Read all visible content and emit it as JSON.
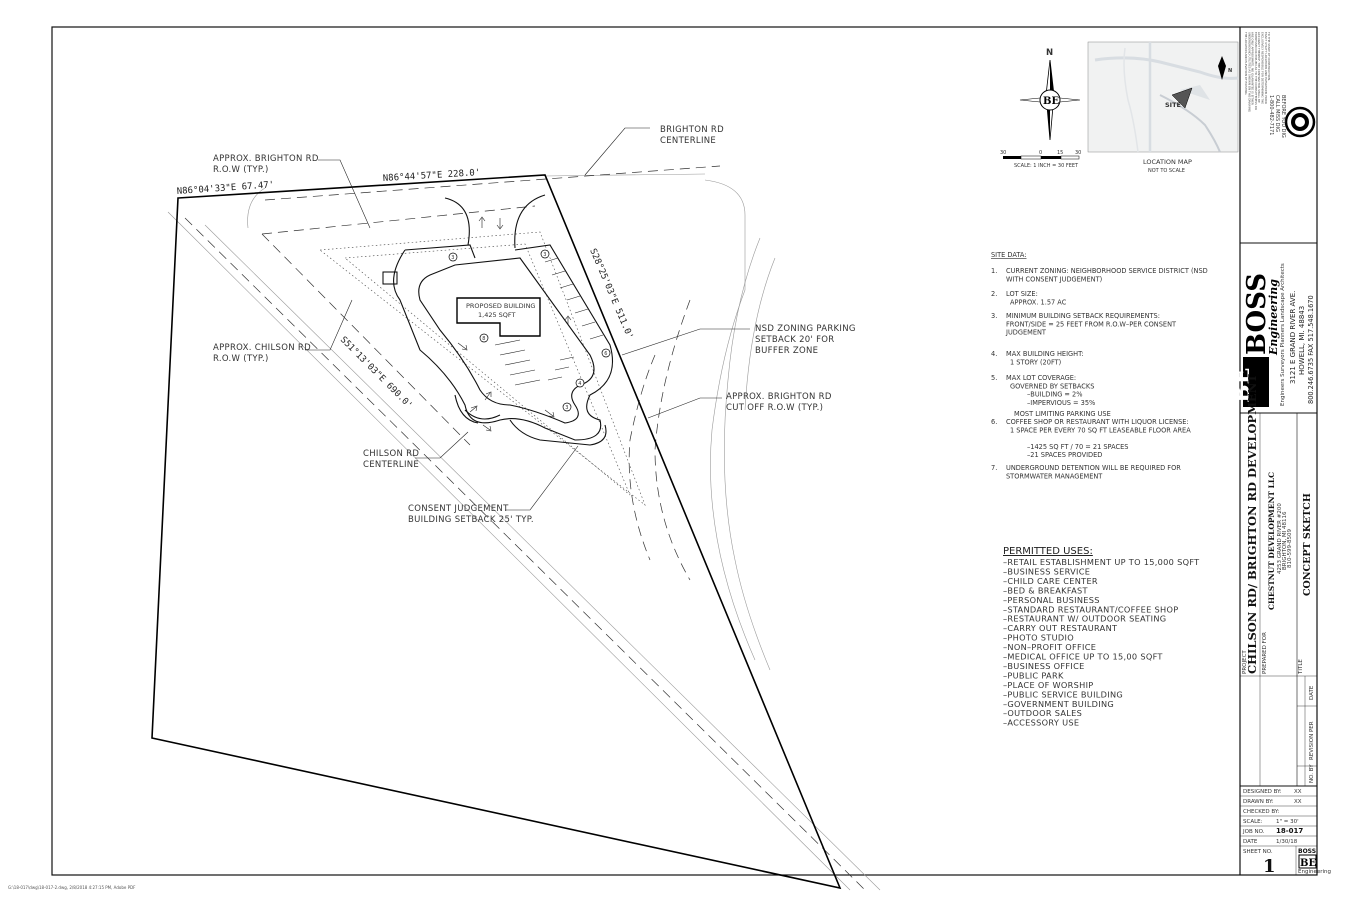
{
  "footer_path": "G:\\18-017\\dwg\\18-017-2.dwg, 2/8/2018 4:27:15 PM, Adobe PDF",
  "site_plan": {
    "bearings": {
      "top": "N86°44'57\"E  228.0'",
      "top_left": "N86°04'33\"E  67.47'",
      "right": "S28°25'03\"E  511.0'",
      "left": "S51°13'03\"E  690.0'"
    },
    "callouts": {
      "brighton_centerline": [
        "BRIGHTON RD",
        "CENTERLINE"
      ],
      "brighton_row": [
        "APPROX. BRIGHTON RD",
        "R.O.W (TYP.)"
      ],
      "chilson_row": [
        "APPROX. CHILSON RD",
        "R.O.W (TYP.)"
      ],
      "nsd_setback": [
        "NSD ZONING PARKING",
        "SETBACK 20' FOR",
        "BUFFER ZONE"
      ],
      "brighton_cutoff": [
        "APPROX. BRIGHTON RD",
        "CUT OFF R.O.W (TYP.)"
      ],
      "chilson_centerline": [
        "CHILSON RD",
        "CENTERLINE"
      ],
      "consent_setback": [
        "CONSENT JUDGEMENT",
        "BUILDING SETBACK 25' TYP."
      ]
    },
    "building": {
      "label_1": "PROPOSED BUILDING",
      "label_2": "1,425 SQFT"
    },
    "stall_tags": [
      "3",
      "3",
      "8",
      "4",
      "3",
      "6"
    ]
  },
  "north_arrow": {
    "letter": "N",
    "logo": "BE",
    "scale_ticks": [
      "30",
      "0",
      "15",
      "30"
    ],
    "scale_text": "SCALE: 1 INCH = 30 FEET"
  },
  "location_map": {
    "title": "LOCATION MAP",
    "subtitle": "NOT TO SCALE",
    "site_label": "SITE"
  },
  "site_data": {
    "heading": "SITE DATA:",
    "items": [
      {
        "num": "1.",
        "lines": [
          "CURRENT ZONING: NEIGHBORHOOD SERVICE DISTRICT (NSD",
          "WITH CONSENT JUDGEMENT)"
        ]
      },
      {
        "num": "2.",
        "lines": [
          "LOT SIZE:",
          "APPROX. 1.57 AC"
        ]
      },
      {
        "num": "3.",
        "lines": [
          "MINIMUM BUILDING SETBACK REQUIREMENTS:",
          "FRONT/SIDE = 25 FEET FROM R.O.W–PER CONSENT",
          "JUDGEMENT"
        ]
      },
      {
        "num": "4.",
        "lines": [
          "MAX BUILDING HEIGHT:",
          "1 STORY (20FT)"
        ]
      },
      {
        "num": "5.",
        "lines": [
          "MAX LOT COVERAGE:",
          "GOVERNED BY SETBACKS",
          "–BUILDING = 2%",
          "–IMPERVIOUS = 35%"
        ]
      },
      {
        "num": "6.",
        "lines": [
          "MOST LIMITING PARKING USE",
          "COFFEE SHOP OR RESTAURANT WITH LIQUOR LICENSE:",
          "1 SPACE PER EVERY 70 SQ FT LEASEABLE FLOOR AREA",
          "",
          "–1425 SQ FT / 70 = 21 SPACES",
          "–21 SPACES PROVIDED"
        ]
      },
      {
        "num": "7.",
        "lines": [
          "UNDERGROUND DETENTION WILL BE REQUIRED FOR",
          "STORMWATER MANAGEMENT"
        ]
      }
    ]
  },
  "permitted_uses": {
    "heading": "PERMITTED USES:",
    "items": [
      "–RETAIL ESTABLISHMENT UP TO 15,000 SQFT",
      "–BUSINESS SERVICE",
      "–CHILD CARE CENTER",
      "–BED & BREAKFAST",
      "–PERSONAL BUSINESS",
      "–STANDARD RESTAURANT/COFFEE SHOP",
      "–RESTAURANT W/ OUTDOOR SEATING",
      "–CARRY OUT RESTAURANT",
      "–PHOTO STUDIO",
      "–NON–PROFIT OFFICE",
      "–MEDICAL OFFICE UP TO 15,00 SQFT",
      "–BUSINESS OFFICE",
      "–PUBLIC PARK",
      "–PLACE OF WORSHIP",
      "–PUBLIC SERVICE BUILDING",
      "–GOVERNMENT BUILDING",
      "–OUTDOOR SALES",
      "–ACCESSORY USE"
    ]
  },
  "title_block": {
    "firm_logo": "BE",
    "firm_name": "BOSS",
    "firm_sub": "Engineering",
    "firm_services": "Engineers  Surveyors  Planners  Landscape Architects",
    "firm_address": "3121 E GRAND RIVER AVE.",
    "firm_city": "HOWELL, MI. 48843",
    "firm_phone": "800.246.6735  FAX 517.548.1670",
    "project_label": "PROJECT",
    "project": "CHILSON RD/ BRIGHTON RD DEVELOPMENT",
    "prepared_label": "PREPARED FOR",
    "client": "CHESTNUT DEVELOPMENT LLC",
    "client_address": "4253 GRAND RIVER #200",
    "client_city": "BRIGHTON, MI 48116",
    "client_phone": "810-599-8509",
    "title_label": "TITLE",
    "title": "CONCEPT SKETCH",
    "revision_headers": [
      "DATE",
      "REVISION PER",
      "NO. BY"
    ],
    "designed_label": "DESIGNED BY:",
    "designed": "XX",
    "drawn_label": "DRAWN BY:",
    "drawn": "XX",
    "checked_label": "CHECKED BY:",
    "checked": "",
    "scale_label": "SCALE:",
    "scale": "1\" = 30'",
    "job_label": "JOB NO.",
    "job": "18-017",
    "date_label": "DATE",
    "date": "1/30/18",
    "sheet_label": "SHEET NO.",
    "sheet": "1",
    "stamp_brand": "BOSS",
    "stamp_logo": "BE",
    "stamp_sub": "Engineering",
    "miss_dig_1": "BEFORE YOU DIG",
    "miss_dig_2": "CALL MISS DIG",
    "miss_dig_3": "1-800-482-7171",
    "disclaimer": "THE LOCATION AND ELEVATION OF EXISTING UNDERGROUND UTILITIES AS SHOWN ON THIS DRAWING ARE ONLY APPROXIMATE. NO GUARANTEE IS EITHER EXPRESSED OR IMPLIED AS TO THE COMPLETENESS OR ACCURACY THEREOF. THE CONTRACTOR SHALL BE EXCLUSIVELY RESPONSIBLE FOR DETERMINING THE EXACT UTILITY LOCATIONS AND ELEVATIONS PRIOR TO THE START OF CONSTRUCTION."
  }
}
